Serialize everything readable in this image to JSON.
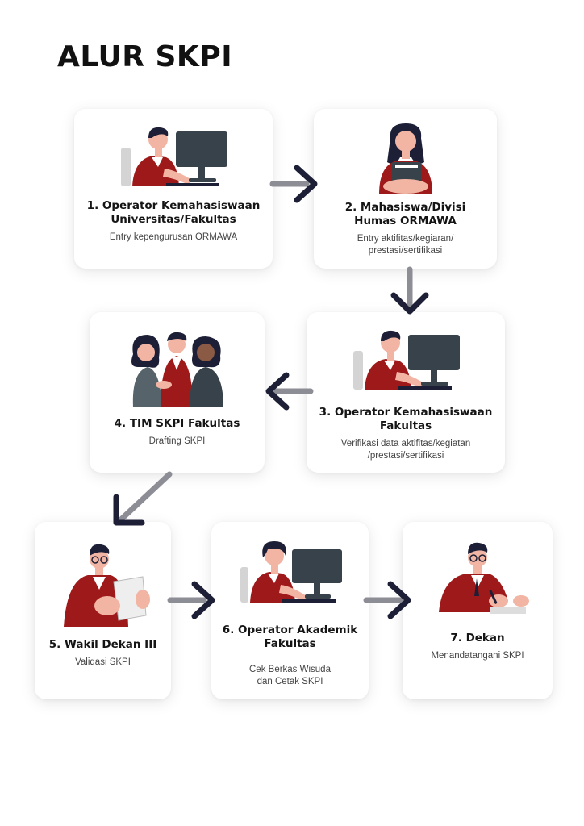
{
  "title": "ALUR SKPI",
  "colors": {
    "accent": "#9e1a1a",
    "dark": "#1d1f36",
    "arrow_shaft": "#8d8d96",
    "monitor": "#37424a"
  },
  "steps": [
    {
      "title": "1. Operator Kemahasiswaan\nUniversitas/Fakultas",
      "desc": "Entry kepengurusan ORMAWA",
      "illustration": "person-at-computer-icon"
    },
    {
      "title": "2. Mahasiswa/Divisi\nHumas ORMAWA",
      "desc": "Entry aktifitas/kegiaran/\nprestasi/sertifikasi",
      "illustration": "student-holding-books-icon"
    },
    {
      "title": "3. Operator Kemahasiswaan\nFakultas",
      "desc": "Verifikasi data aktifitas/kegiatan\n/prestasi/sertifikasi",
      "illustration": "person-at-computer-icon"
    },
    {
      "title": "4. TIM SKPI Fakultas",
      "desc": "Drafting SKPI",
      "illustration": "team-group-icon"
    },
    {
      "title": "5. Wakil Dekan III",
      "desc": "Validasi SKPI",
      "illustration": "person-reading-document-icon"
    },
    {
      "title": "6. Operator Akademik\nFakultas",
      "desc": "Cek Berkas Wisuda\ndan Cetak SKPI",
      "illustration": "person-at-computer-icon"
    },
    {
      "title": "7. Dekan",
      "desc": "Menandatangani SKPI",
      "illustration": "person-signing-document-icon"
    }
  ]
}
